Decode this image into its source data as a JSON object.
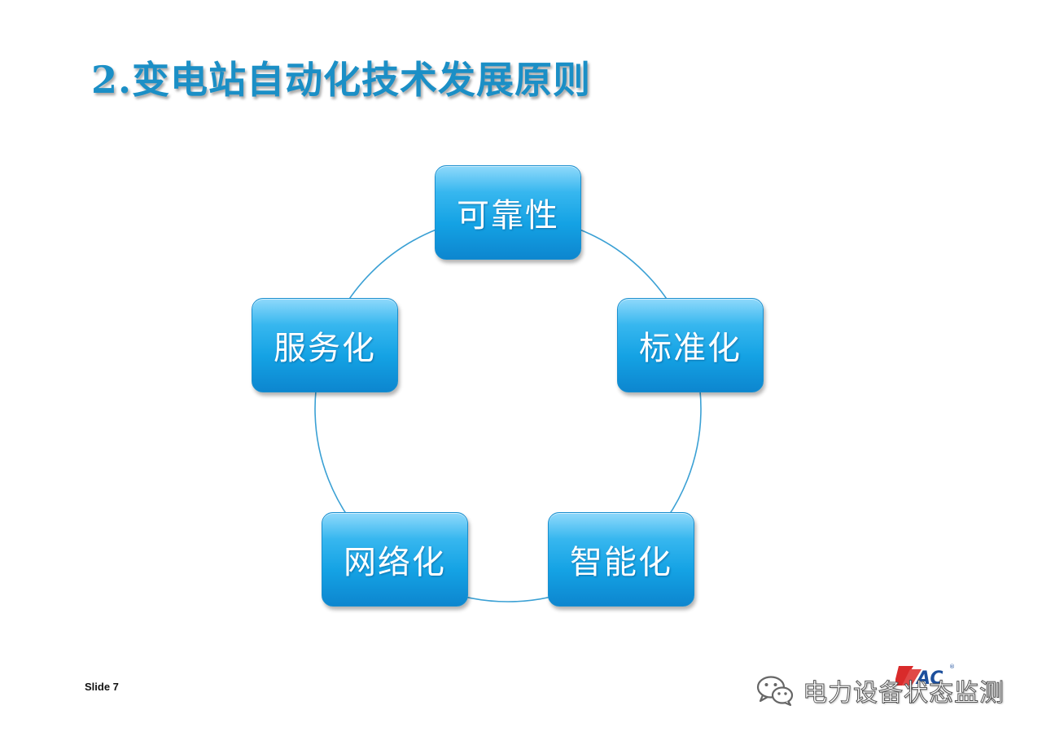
{
  "title": "2.变电站自动化技术发展原则",
  "nodes": [
    {
      "id": "reliability",
      "label": "可靠性"
    },
    {
      "id": "standardization",
      "label": "标准化"
    },
    {
      "id": "intelligence",
      "label": "智能化"
    },
    {
      "id": "networking",
      "label": "网络化"
    },
    {
      "id": "servitization",
      "label": "服务化"
    }
  ],
  "footer": {
    "slide_number": "Slide 7",
    "watermark_text": "电力设备状态监测",
    "logo_text": "SAC"
  },
  "colors": {
    "title": "#1b8fc6",
    "node_fill": "#14a2e4",
    "ring": "#3aa0d4"
  },
  "icons": {
    "watermark": "wechat-icon",
    "logo": "sac-logo-mark"
  }
}
